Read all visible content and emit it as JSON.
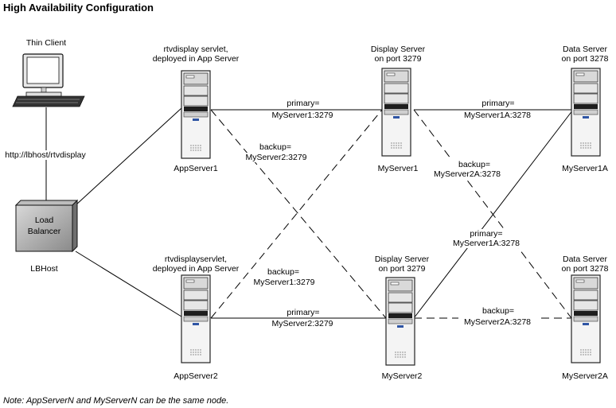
{
  "title": "High Availability Configuration",
  "note": "Note: AppServerN and MyServerN can be the same node.",
  "thin_client": {
    "label": "Thin Client",
    "url_label": "http://lbhost/rtvdisplay"
  },
  "load_balancer": {
    "box_label_1": "Load",
    "box_label_2": "Balancer",
    "host_label": "LBHost"
  },
  "app_server_1": {
    "desc_1": "rtvdisplay servlet,",
    "desc_2": "deployed in App Server",
    "name": "AppServer1"
  },
  "app_server_2": {
    "desc_1": "rtvdisplayservlet,",
    "desc_2": "deployed in App Server",
    "name": "AppServer2"
  },
  "display_server_1": {
    "desc_1": "Display Server",
    "desc_2": "on port 3279",
    "name": "MyServer1"
  },
  "display_server_2": {
    "desc_1": "Display Server",
    "desc_2": "on port 3279",
    "name": "MyServer2"
  },
  "data_server_1": {
    "desc_1": "Data Server",
    "desc_2": "on port 3278",
    "name": "MyServer1A"
  },
  "data_server_2": {
    "desc_1": "Data Server",
    "desc_2": "on port 3278",
    "name": "MyServer2A"
  },
  "connections": {
    "app1_primary_1": "primary=",
    "app1_primary_2": "MyServer1:3279",
    "app1_backup_1": "backup=",
    "app1_backup_2": "MyServer2:3279",
    "app2_backup_1": "backup=",
    "app2_backup_2": "MyServer1:3279",
    "app2_primary_1": "primary=",
    "app2_primary_2": "MyServer2:3279",
    "ms1_primary_1": "primary=",
    "ms1_primary_2": "MyServer1A:3278",
    "ms1_backup_1": "backup=",
    "ms1_backup_2": "MyServer2A:3278",
    "ms2_primary_1": "primary=",
    "ms2_primary_2": "MyServer1A:3278",
    "ms2_backup_1": "backup=",
    "ms2_backup_2": "MyServer2A:3278"
  }
}
